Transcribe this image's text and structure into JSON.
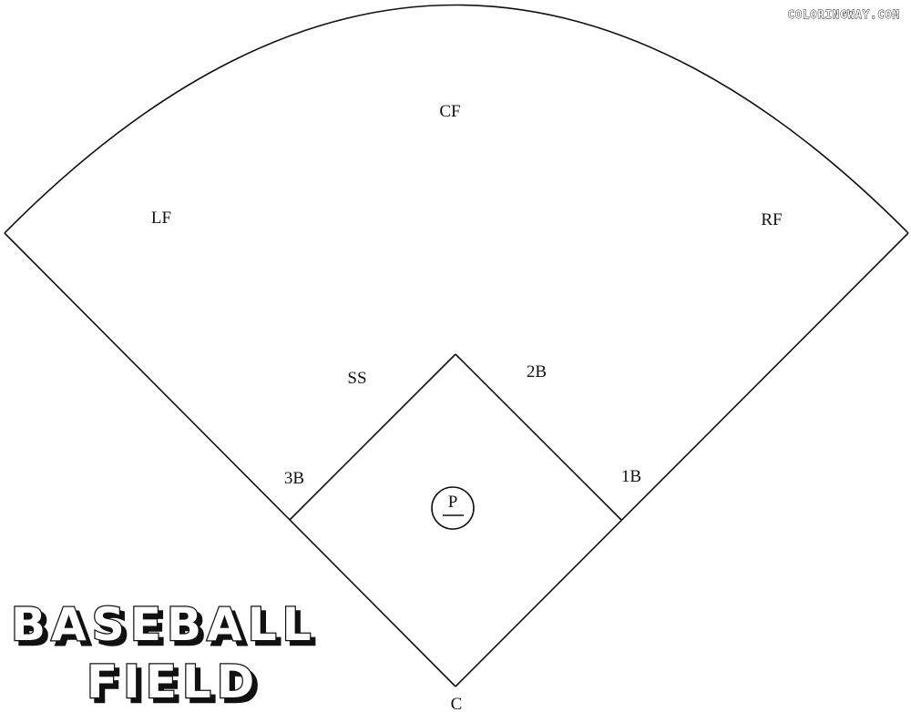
{
  "positions": {
    "cf": "CF",
    "lf": "LF",
    "rf": "RF",
    "ss": "SS",
    "second_base": "2B",
    "third_base": "3B",
    "first_base": "1B",
    "pitcher": "P",
    "catcher": "C"
  },
  "title": {
    "line1": "BASEBALL",
    "line2": "FIELD"
  },
  "watermark": "COLORINGWAY.COM",
  "colors": {
    "line": "#111111",
    "background": "#ffffff"
  }
}
